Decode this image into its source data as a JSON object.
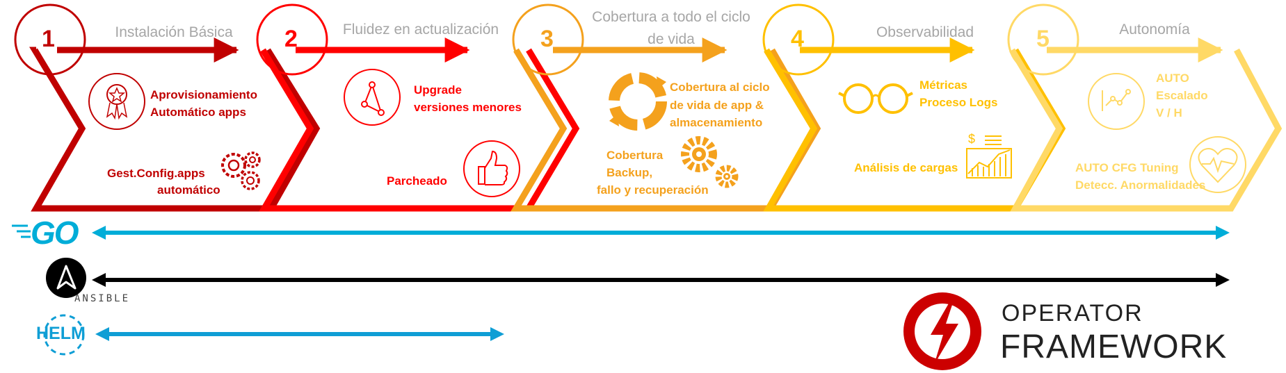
{
  "colors": {
    "stage1": "#c00000",
    "stage2": "#ff0000",
    "stage3": "#f4a11d",
    "stage4": "#ffc000",
    "stage5": "#ffd966",
    "header_gray": "#a6a6a6",
    "go_blue": "#00add8",
    "ansible_black": "#000000",
    "helm_blue": "#0f9ed5",
    "operator_red": "#cc0000"
  },
  "stages": [
    {
      "number": "1",
      "title": "Instalación Básica",
      "icons": [
        "award-badge-icon",
        "gears-icon"
      ],
      "labels": {
        "a": "Aprovisionamiento",
        "b": "Automático apps",
        "c": "Gest.Config.apps",
        "d": "automático"
      }
    },
    {
      "number": "2",
      "title": "Fluidez en actualización",
      "icons": [
        "graph-nodes-icon",
        "thumbs-up-icon"
      ],
      "labels": {
        "a": "Upgrade",
        "b": "versiones menores",
        "c": "Parcheado"
      }
    },
    {
      "number": "3",
      "title_line1": "Cobertura a todo el ciclo",
      "title_line2": "de vida",
      "icons": [
        "lifecycle-arrows-icon",
        "gears-icon"
      ],
      "labels": {
        "a": "Cobertura al ciclo",
        "b": "de vida de app &",
        "c": "almacenamiento",
        "d": "Cobertura",
        "e": "Backup,",
        "f": "fallo y recuperación"
      }
    },
    {
      "number": "4",
      "title": "Observabilidad",
      "icons": [
        "glasses-icon",
        "bar-chart-icon"
      ],
      "labels": {
        "a": "Métricas",
        "b": "Proceso Logs",
        "c": "Análisis de cargas"
      }
    },
    {
      "number": "5",
      "title": "Autonomía",
      "icons": [
        "scaling-chart-icon",
        "heart-pulse-icon"
      ],
      "labels": {
        "a": "AUTO",
        "b": "Escalado",
        "c": "V / H",
        "d": "AUTO CFG Tuning",
        "e": "Detecc. Anormalidades"
      }
    }
  ],
  "technologies": {
    "go": {
      "logo_text": "GO",
      "coverage": "1-5"
    },
    "ansible": {
      "caption": "ANSIBLE",
      "coverage": "1-5"
    },
    "helm": {
      "logo_text": "HELM",
      "coverage": "1-2"
    }
  },
  "operator_framework": {
    "line1": "OPERATOR",
    "line2": "FRAMEWORK"
  }
}
